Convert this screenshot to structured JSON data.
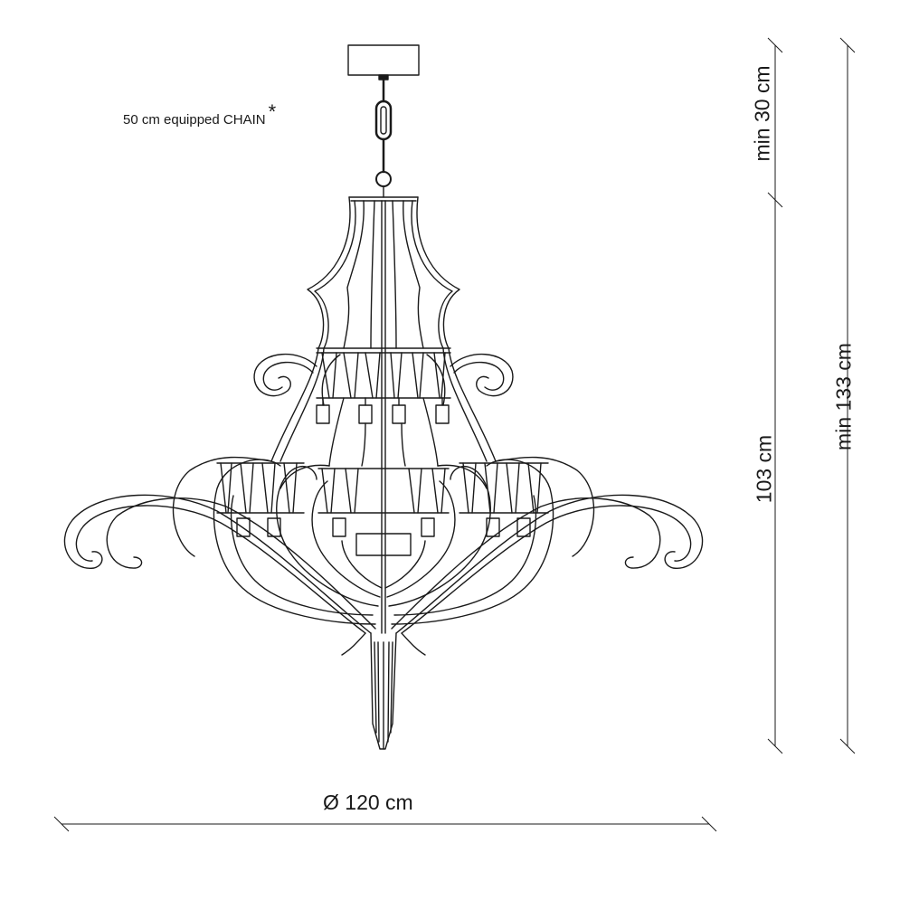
{
  "labels": {
    "chain": "50 cm equipped CHAIN",
    "chain_mark": "*",
    "diameter": "Ø 120 cm",
    "height_min_chain": "min 30 cm",
    "height_body": "103 cm",
    "height_total": "min 133 cm"
  },
  "colors": {
    "line": "#1a1a1a",
    "background": "#ffffff"
  }
}
